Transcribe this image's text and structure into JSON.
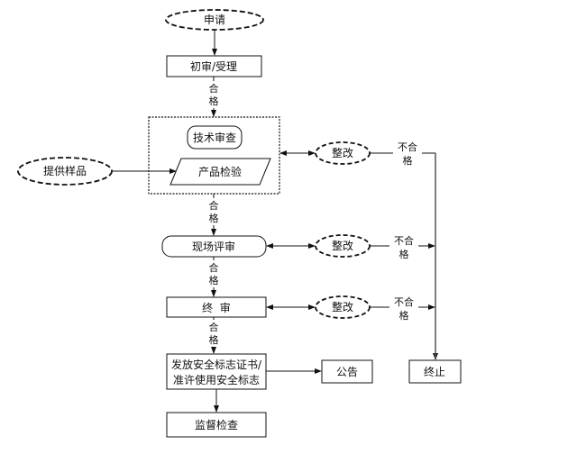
{
  "diagram": {
    "type": "flowchart",
    "nodes": {
      "apply": "申请",
      "initial_review": "初审/受理",
      "tech_review": "技术审查",
      "product_test": "产品检验",
      "provide_sample": "提供样品",
      "rectify_1": "整改",
      "rectify_2": "整改",
      "rectify_3": "整改",
      "site_review": "现场评审",
      "final_review": "终  审",
      "issue_cert_line1": "发放安全标志证书/",
      "issue_cert_line2": "准许使用安全标志",
      "announce": "公告",
      "terminate": "终止",
      "supervision": "监督检查"
    },
    "edge_labels": {
      "pass_1_a": "合",
      "pass_1_b": "格",
      "pass_2_a": "合",
      "pass_2_b": "格",
      "pass_3_a": "合",
      "pass_3_b": "格",
      "pass_4_a": "合",
      "pass_4_b": "格",
      "fail_1_a": "不合",
      "fail_1_b": "格",
      "fail_2_a": "不合",
      "fail_2_b": "格",
      "fail_3_a": "不合",
      "fail_3_b": "格"
    },
    "edges": [
      {
        "from": "申请",
        "to": "初审/受理"
      },
      {
        "from": "初审/受理",
        "to": "技术审查/产品检验",
        "label": "合格"
      },
      {
        "from": "提供样品",
        "to": "产品检验"
      },
      {
        "from": "技术审查/产品检验",
        "to": "整改",
        "bidirectional": true
      },
      {
        "from": "整改",
        "to": "终止",
        "label": "不合格"
      },
      {
        "from": "技术审查/产品检验",
        "to": "现场评审",
        "label": "合格"
      },
      {
        "from": "现场评审",
        "to": "整改",
        "bidirectional": true
      },
      {
        "from": "整改",
        "to": "终止",
        "label": "不合格"
      },
      {
        "from": "现场评审",
        "to": "终审",
        "label": "合格"
      },
      {
        "from": "终审",
        "to": "整改",
        "bidirectional": true
      },
      {
        "from": "整改",
        "to": "终止",
        "label": "不合格"
      },
      {
        "from": "终审",
        "to": "发放安全标志证书/准许使用安全标志",
        "label": "合格"
      },
      {
        "from": "发放安全标志证书/准许使用安全标志",
        "to": "公告"
      },
      {
        "from": "发放安全标志证书/准许使用安全标志",
        "to": "监督检查"
      }
    ]
  }
}
